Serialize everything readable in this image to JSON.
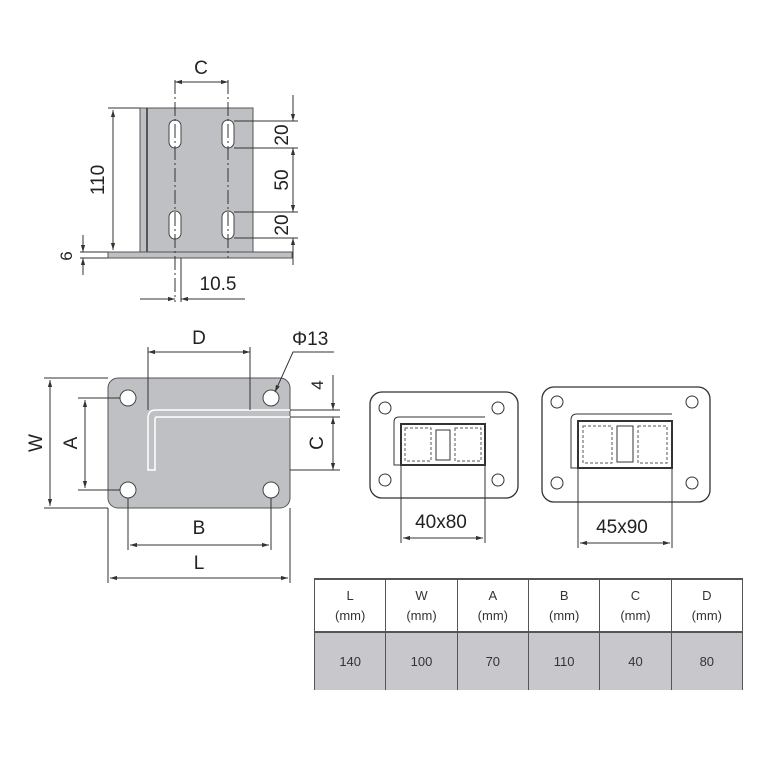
{
  "side_view": {
    "label_c": "C",
    "height": "110",
    "thickness": "6",
    "slot_offset": "10.5",
    "dim_top": "20",
    "dim_middle": "50",
    "dim_bottom": "20"
  },
  "plan_view": {
    "label_d": "D",
    "hole_diameter": "Φ13",
    "label_4": "4",
    "label_c": "C",
    "label_w": "W",
    "label_a": "A",
    "label_b": "B",
    "label_l": "L"
  },
  "profiles": [
    {
      "label": "40x80"
    },
    {
      "label": "45x90"
    }
  ],
  "table": {
    "headers": [
      {
        "name": "L",
        "unit": "(mm)"
      },
      {
        "name": "W",
        "unit": "(mm)"
      },
      {
        "name": "A",
        "unit": "(mm)"
      },
      {
        "name": "B",
        "unit": "(mm)"
      },
      {
        "name": "C",
        "unit": "(mm)"
      },
      {
        "name": "D",
        "unit": "(mm)"
      }
    ],
    "rows": [
      [
        "140",
        "100",
        "70",
        "110",
        "40",
        "80"
      ]
    ]
  },
  "colors": {
    "plate": "#bfc0c4",
    "table_row": "#c8c8cc"
  }
}
